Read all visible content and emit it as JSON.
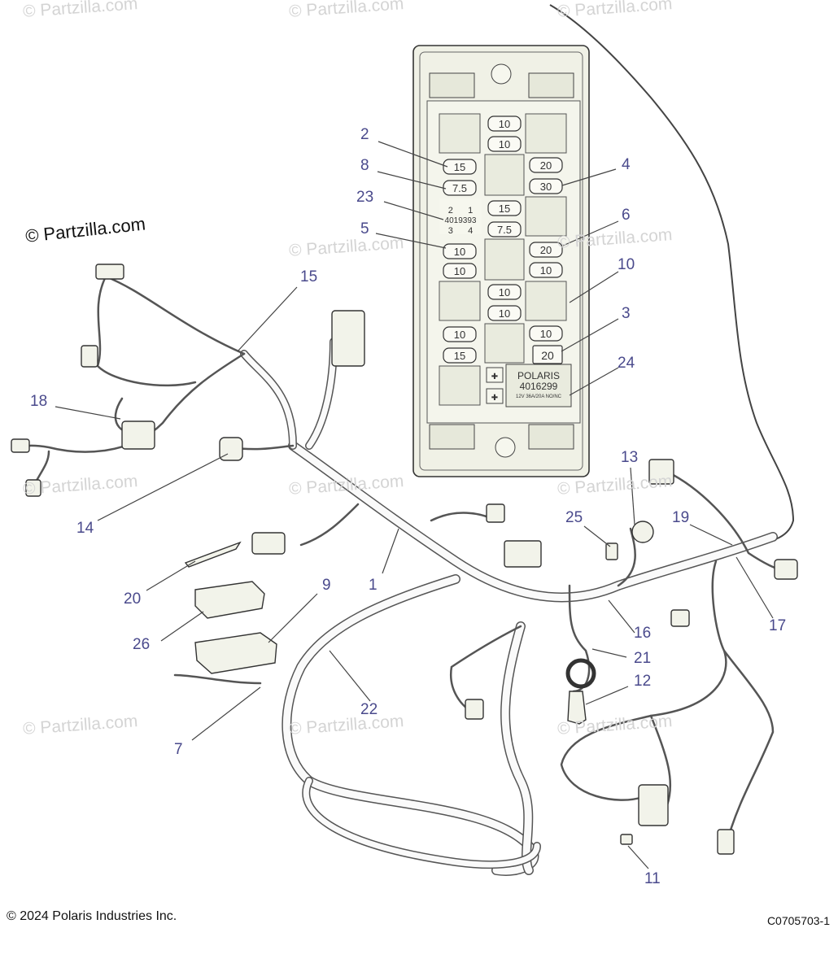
{
  "watermark": "© Partzilla.com",
  "logo": "© Partzilla.com",
  "footer": {
    "copyright": "© 2024 Polaris Industries Inc.",
    "code": "C0705703-1"
  },
  "fuse_box": {
    "fuses": [
      "10",
      "10",
      "15",
      "20",
      "7.5",
      "30",
      "15",
      "7.5",
      "10",
      "20",
      "10",
      "10",
      "10",
      "10",
      "10",
      "10",
      "15",
      "20"
    ],
    "relay": {
      "pins_top": "2      1",
      "part": "4019393",
      "pins_bottom": "3      4"
    },
    "label": {
      "brand": "POLARIS",
      "part": "4016299",
      "spec": "12V  36A/20A  NO/NC"
    }
  },
  "callouts": [
    "2",
    "8",
    "23",
    "5",
    "4",
    "6",
    "10",
    "3",
    "24",
    "15",
    "18",
    "14",
    "1",
    "20",
    "26",
    "9",
    "7",
    "22",
    "13",
    "25",
    "19",
    "17",
    "16",
    "21",
    "12",
    "11"
  ]
}
